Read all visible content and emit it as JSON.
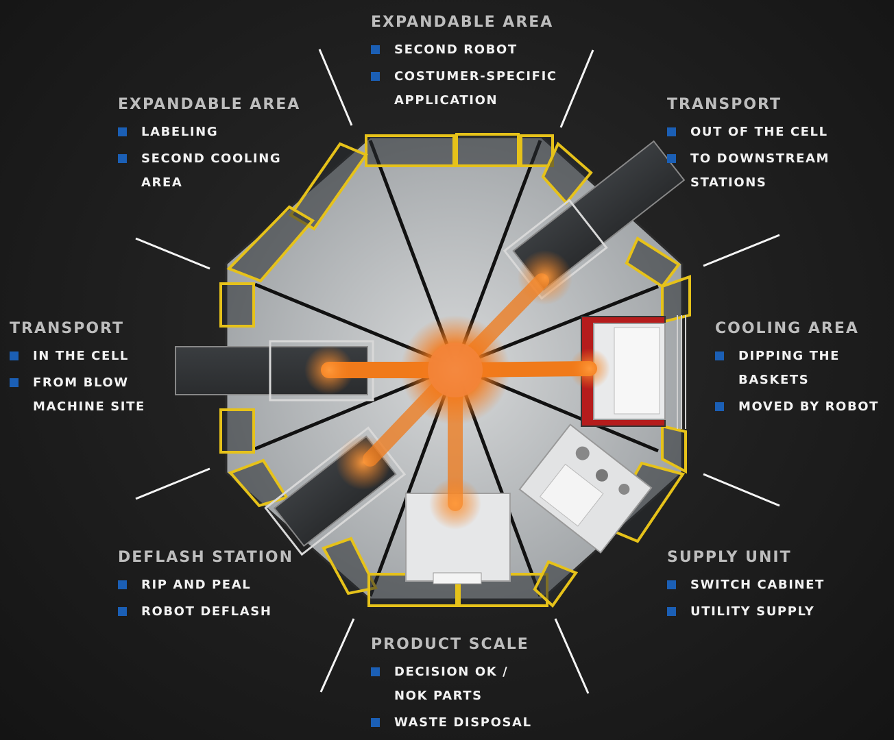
{
  "callouts": {
    "expandable_top": {
      "title": "EXPANDABLE AREA",
      "items": [
        "SECOND ROBOT",
        "COSTUMER-SPECIFIC\nAPPLICATION"
      ]
    },
    "expandable_left": {
      "title": "EXPANDABLE AREA",
      "items": [
        "LABELING",
        "SECOND COOLING\nAREA"
      ]
    },
    "transport_right": {
      "title": "TRANSPORT",
      "items": [
        "OUT OF THE CELL",
        "TO DOWNSTREAM\nSTATIONS"
      ]
    },
    "transport_left": {
      "title": "TRANSPORT",
      "items": [
        "IN THE CELL",
        "FROM BLOW\nMACHINE SITE"
      ]
    },
    "cooling_area": {
      "title": "COOLING AREA",
      "items": [
        "DIPPING THE\nBASKETS",
        "MOVED BY ROBOT"
      ]
    },
    "deflash_station": {
      "title": "DEFLASH STATION",
      "items": [
        "RIP AND PEAL",
        "ROBOT DEFLASH"
      ]
    },
    "supply_unit": {
      "title": "SUPPLY UNIT",
      "items": [
        "SWITCH CABINET",
        "UTILITY SUPPLY"
      ]
    },
    "product_scale": {
      "title": "PRODUCT SCALE",
      "items": [
        "DECISION OK /\nNOK PARTS",
        "WASTE DISPOSAL"
      ]
    }
  },
  "colors": {
    "bullet": "#1b5fb5",
    "fence": "#e6c21a",
    "robot": "#f07a1a",
    "floor": "#b9bcbe",
    "heading": "#bdbdbd"
  }
}
